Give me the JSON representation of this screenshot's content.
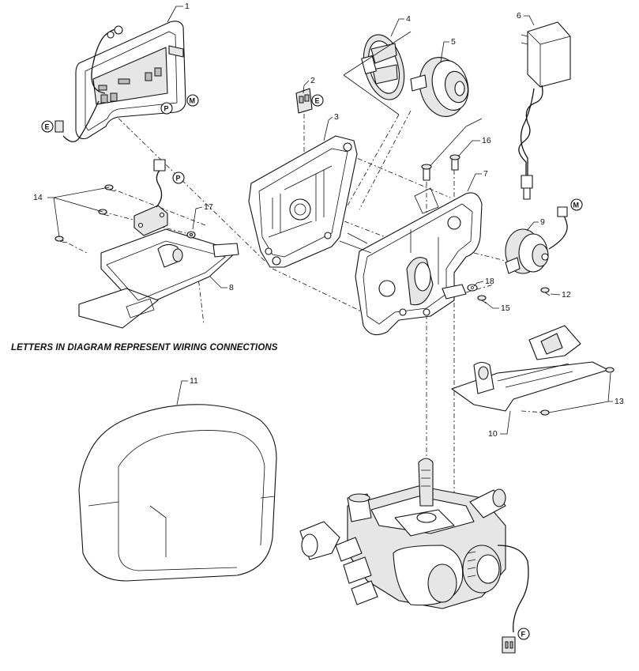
{
  "caption": "LETTERS IN DIAGRAM REPRESENT WIRING CONNECTIONS",
  "part_numbers": [
    "1",
    "2",
    "3",
    "4",
    "5",
    "6",
    "7",
    "8",
    "9",
    "10",
    "11",
    "12",
    "13",
    "14",
    "15",
    "16",
    "17",
    "18"
  ],
  "connectors": {
    "E": "E",
    "P": "P",
    "M": "M",
    "F": "F"
  },
  "colors": {
    "line": "#111111",
    "fill": "#ffffff",
    "shade": "#e6e6e6",
    "dark": "#bdbdbd"
  }
}
